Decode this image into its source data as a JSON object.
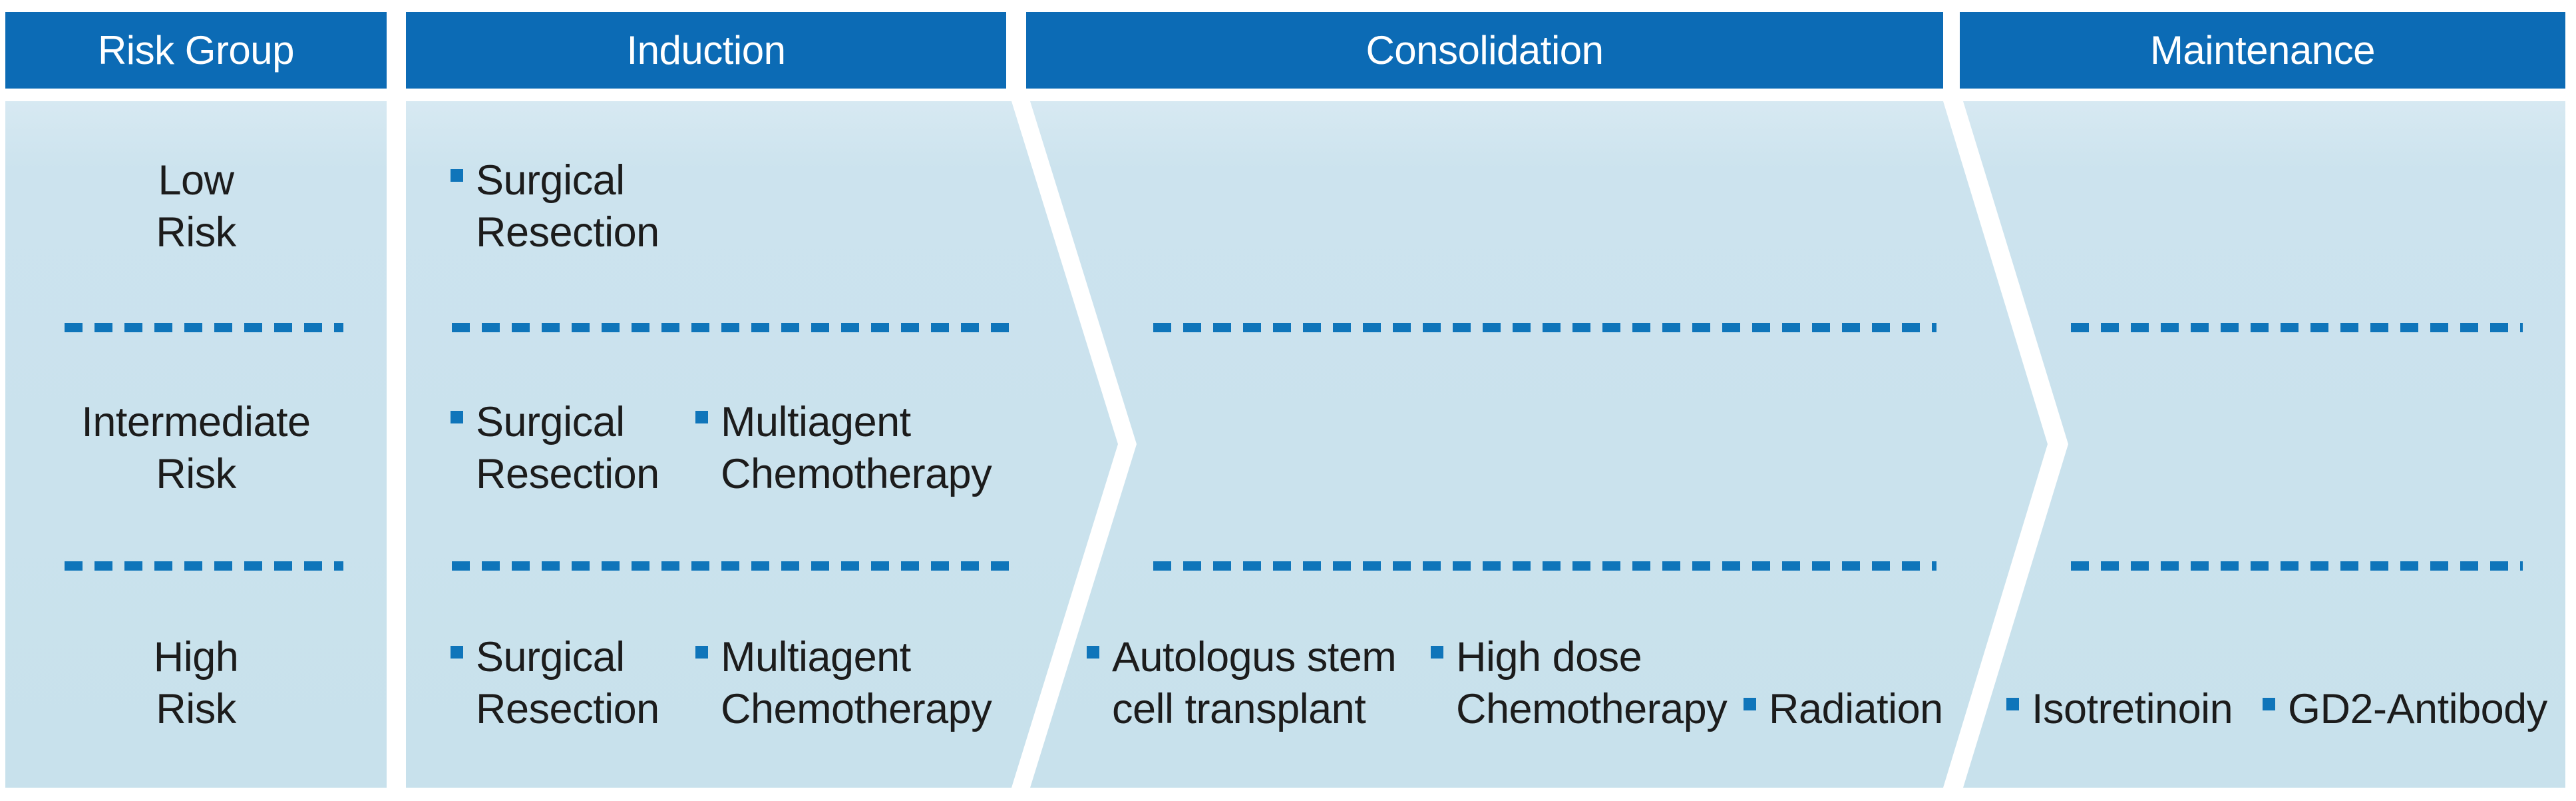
{
  "diagram": {
    "type": "treatment-phase-flow",
    "headers": [
      "Risk Group",
      "Induction",
      "Consolidation",
      "Maintenance"
    ],
    "risk_groups": [
      "Low\nRisk",
      "Intermediate\nRisk",
      "High\nRisk"
    ],
    "cells": {
      "induction_low": [
        "Surgical\nResection"
      ],
      "induction_intermediate": [
        "Surgical\nResection",
        "Multiagent\nChemotherapy"
      ],
      "induction_high": [
        "Surgical\nResection",
        "Multiagent\nChemotherapy"
      ],
      "consolidation_low": [],
      "consolidation_intermediate": [],
      "consolidation_high": [
        "Autologus stem\ncell transplant",
        "High dose\nChemotherapy",
        "Radiation"
      ],
      "maintenance_low": [],
      "maintenance_intermediate": [],
      "maintenance_high": [
        "Isotretinoin",
        "GD2-Antibody"
      ]
    },
    "icons": {
      "bullet": "square-bullet-icon"
    },
    "colors": {
      "header_bg": "#0c6bb5",
      "header_text": "#ffffff",
      "panel_bg": "#cbe3ee",
      "panel_bg_top": "#d7e9f2",
      "dash_accent": "#0f75ba",
      "bullet_accent": "#0f75ba",
      "body_text": "#1c1c1c",
      "background": "#ffffff"
    }
  }
}
